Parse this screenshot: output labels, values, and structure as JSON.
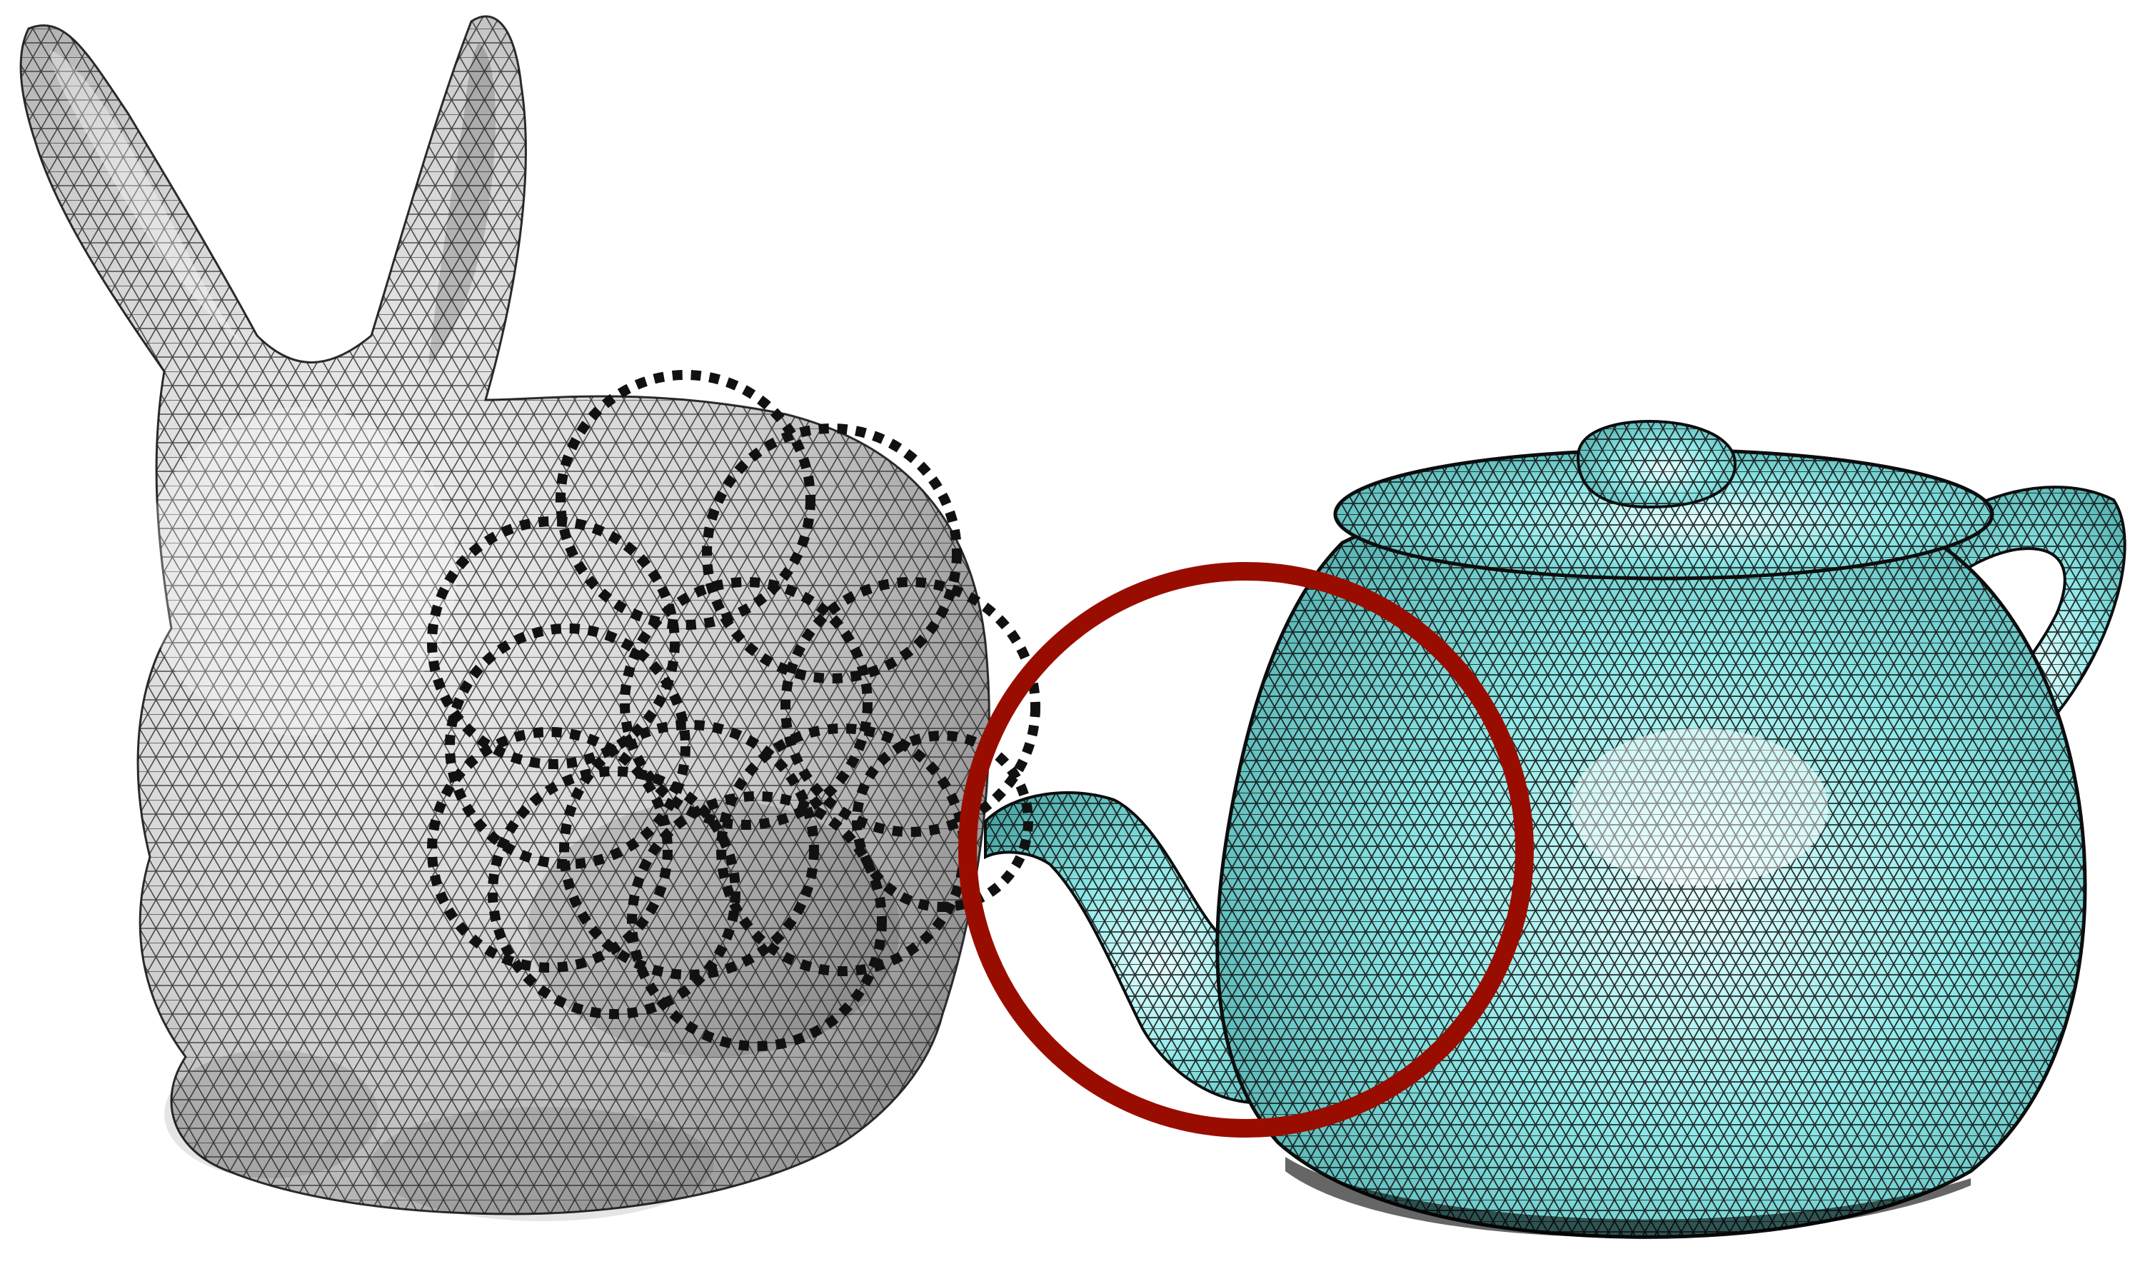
{
  "figure": {
    "background_color": "#ffffff",
    "objects": [
      {
        "name": "stanford-bunny",
        "rendering": "triangle-mesh-wireframe",
        "fill_color": "#d9d9d9",
        "wire_color": "#1a1a1a"
      },
      {
        "name": "utah-teapot",
        "rendering": "triangle-mesh-wireframe",
        "fill_color": "#86e6e6",
        "wire_color": "#0d0d0d"
      }
    ],
    "overlays": {
      "dotted_circles": {
        "count": 12,
        "stroke_color": "#111111",
        "style": "dotted"
      },
      "highlight_circle": {
        "count": 1,
        "stroke_color": "#990d00",
        "style": "solid"
      }
    }
  }
}
